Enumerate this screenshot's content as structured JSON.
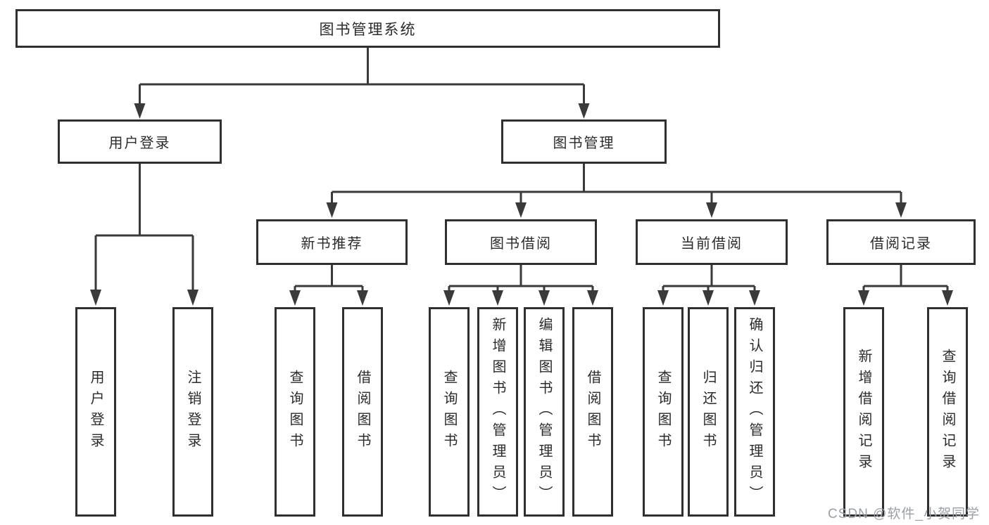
{
  "tree": {
    "root": "图书管理系统",
    "children": [
      {
        "label": "用户登录",
        "leaves": [
          "用户登录",
          "注销登录"
        ]
      },
      {
        "label": "图书管理",
        "children": [
          {
            "label": "新书推荐",
            "leaves": [
              "查询图书",
              "借阅图书"
            ]
          },
          {
            "label": "图书借阅",
            "leaves": [
              "查询图书",
              "新增图书（管理员）",
              "编辑图书（管理员）",
              "借阅图书"
            ]
          },
          {
            "label": "当前借阅",
            "leaves": [
              "查询图书",
              "归还图书",
              "确认归还（管理员）"
            ]
          },
          {
            "label": "借阅记录",
            "leaves": [
              "新增借阅记录",
              "查询借阅记录"
            ]
          }
        ]
      }
    ]
  },
  "watermark": "CSDN @软件_小贺同学",
  "colors": {
    "line": "#3a3a3a",
    "box_border": "#2f2f2f",
    "text": "#2b2b2b",
    "watermark_text": "#9aa0a6",
    "background": "#ffffff"
  }
}
